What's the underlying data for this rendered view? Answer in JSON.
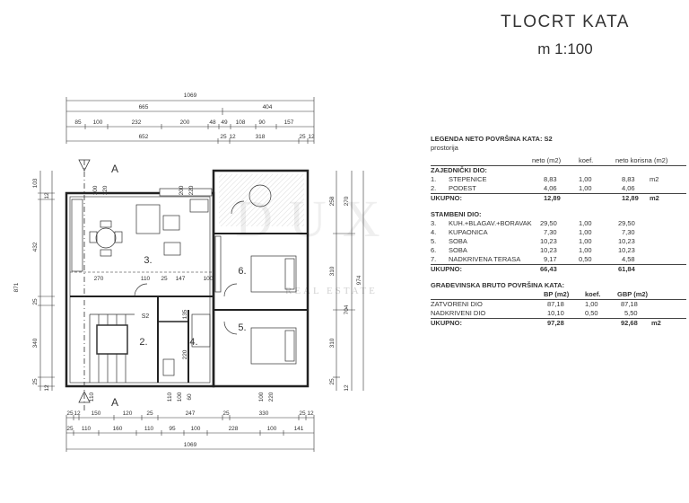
{
  "title": "TLOCRT  KATA",
  "scale": "m 1:100",
  "dimensions": {
    "top": {
      "overall": "1069",
      "row2": [
        "665",
        "404"
      ],
      "row3": [
        "85",
        "100",
        "232",
        "200",
        "48",
        "49",
        "108",
        "90",
        "157"
      ],
      "row4": [
        "652",
        "25",
        "12",
        "318",
        "25",
        "12"
      ]
    },
    "bottom": {
      "row1": [
        "25",
        "12",
        "150",
        "120",
        "25",
        "247",
        "25",
        "330",
        "25",
        "12"
      ],
      "row2": [
        "25",
        "110",
        "160",
        "110",
        "95",
        "100",
        "228",
        "100",
        "141"
      ],
      "overall": "1069"
    },
    "left": [
      "103",
      "12",
      "432",
      "871",
      "25",
      "340",
      "25",
      "12"
    ],
    "right": [
      "258",
      "270",
      "310",
      "704",
      "974",
      "310",
      "25",
      "12"
    ],
    "openings": [
      "100",
      "120",
      "200",
      "220",
      "110",
      "110",
      "100",
      "60",
      "100",
      "220"
    ],
    "inner": [
      "270",
      "110",
      "25",
      "147",
      "100",
      "135",
      "220"
    ]
  },
  "rooms": {
    "r2": "2.",
    "r3": "3.",
    "r4": "4.",
    "r5": "5.",
    "r6": "6.",
    "stair": "S2",
    "section": "A",
    "section2": "A"
  },
  "legend": {
    "neto_title": "LEGENDA NETO POVRŠINA KATA:  S2",
    "prostorija": "prostorija",
    "col_neto": "neto (m2)",
    "col_koef": "koef.",
    "col_korisna": "neto korisna (m2)",
    "zajednicki_title": "ZAJEDNIČKI DIO:",
    "zajednicki_rows": [
      {
        "num": "1.",
        "name": "STEPENICE",
        "neto": "8,83",
        "koef": "1,00",
        "korisna": "8,83",
        "unit": "m2"
      },
      {
        "num": "2.",
        "name": "PODEST",
        "neto": "4,06",
        "koef": "1,00",
        "korisna": "4,06",
        "unit": ""
      }
    ],
    "zajednicki_total": {
      "label": "UKUPNO:",
      "neto": "12,89",
      "korisna": "12,89",
      "unit": "m2"
    },
    "stambeni_title": "STAMBENI DIO:",
    "stambeni_rows": [
      {
        "num": "3.",
        "name": "KUH.+BLAGAV.+BORAVAK",
        "neto": "29,50",
        "koef": "1,00",
        "korisna": "29,50"
      },
      {
        "num": "4.",
        "name": "KUPAONICA",
        "neto": "7,30",
        "koef": "1,00",
        "korisna": "7,30"
      },
      {
        "num": "5.",
        "name": "SOBA",
        "neto": "10,23",
        "koef": "1,00",
        "korisna": "10,23"
      },
      {
        "num": "6.",
        "name": "SOBA",
        "neto": "10,23",
        "koef": "1,00",
        "korisna": "10,23"
      },
      {
        "num": "7.",
        "name": "NADKRIVENA TERASA",
        "neto": "9,17",
        "koef": "0,50",
        "korisna": "4,58"
      }
    ],
    "stambeni_total": {
      "label": "UKUPNO:",
      "neto": "66,43",
      "korisna": "61,84"
    },
    "bruto_title": "GRAĐEVINSKA BRUTO POVRŠINA KATA:",
    "col_bp": "BP (m2)",
    "col_koef2": "koef.",
    "col_gbp": "GBP (m2)",
    "bruto_rows": [
      {
        "name": "ZATVORENI DIO",
        "bp": "87,18",
        "koef": "1,00",
        "gbp": "87,18"
      },
      {
        "name": "NADKRIVENI DIO",
        "bp": "10,10",
        "koef": "0,50",
        "gbp": "5,50"
      }
    ],
    "bruto_total": {
      "label": "UKUPNO:",
      "bp": "97,28",
      "gbp": "92,68",
      "unit": "m2"
    }
  },
  "watermark": {
    "logo": "DUX",
    "text": "REAL ESTATE"
  }
}
